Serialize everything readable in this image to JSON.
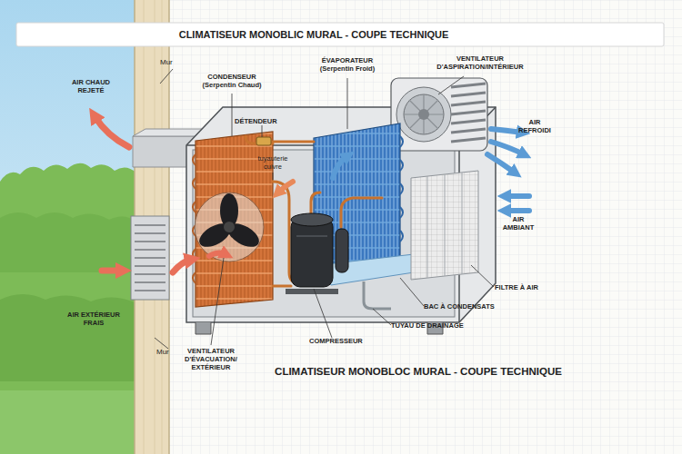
{
  "diagram": {
    "title": "CLIMATISEUR MONOBLIC MURAL - COUPE TECHNIQUE",
    "caption": "CLIMATISEUR MONOBLOC MURAL - COUPE TECHNIQUE",
    "labels": [
      "Mur",
      "AIR CHAUD REJETÉ",
      "CONDENSEUR (Serpentin Chaud)",
      "DÉTENDEUR",
      "tuyauterie cuivre",
      "ÉVAPORATEUR (Serpentin Froid)",
      "VENTILATEUR D'ASPIRATION/INTÉRIEUR",
      "AIR REFROIDI",
      "AIR AMBIANT",
      "FILTRE À AIR",
      "BAC À CONDENSATS",
      "TUYAU DE DRAINAGE",
      "COMPRESSEUR",
      "AIR EXTÉRIEUR FRAIS",
      "Mur",
      "VENTILATEUR D'ÉVACUATION/ EXTÉRIEUR"
    ]
  }
}
